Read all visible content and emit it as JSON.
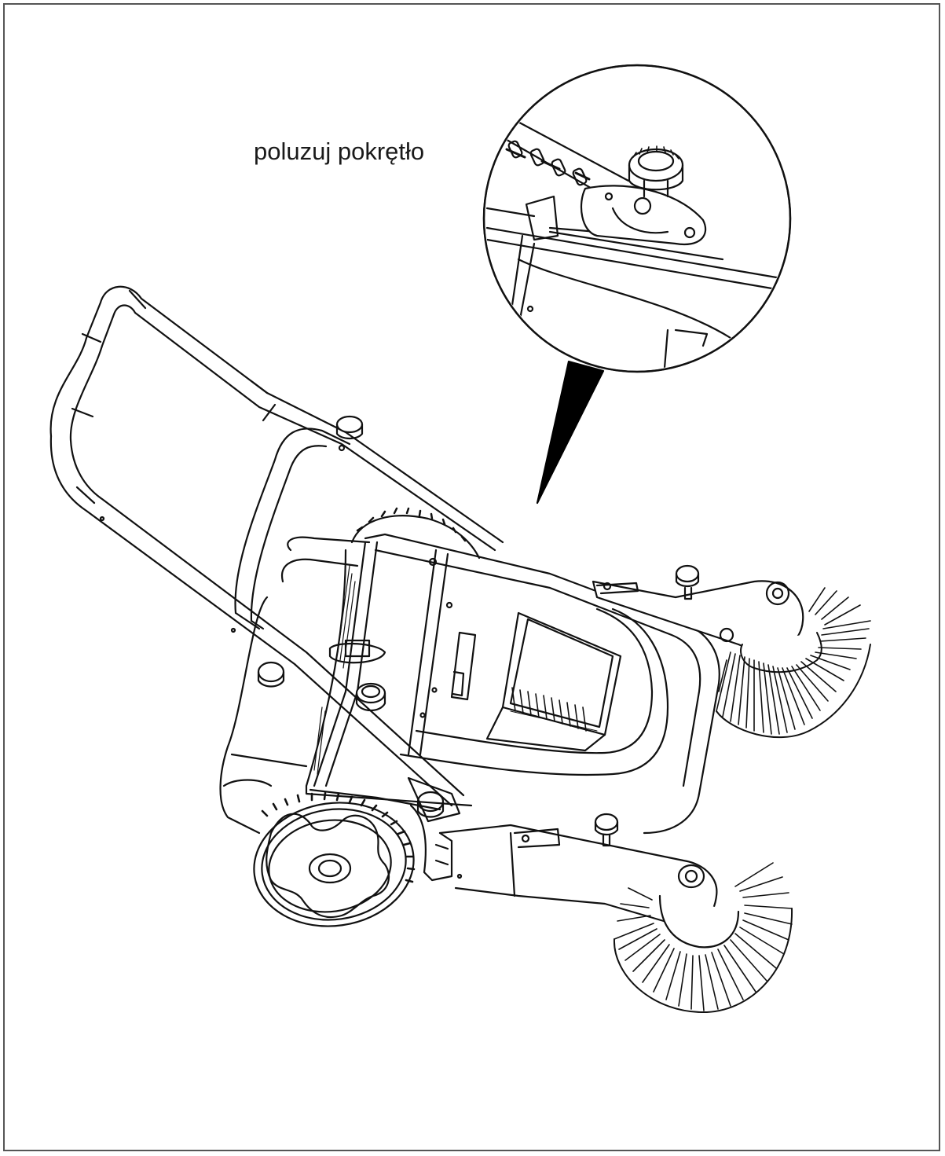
{
  "callout": {
    "label": "poluzuj pokrętło"
  },
  "colors": {
    "line": "#111111",
    "background": "#ffffff",
    "frame": "#555555"
  },
  "figure": {
    "subject": "sweeper-line-drawing",
    "detail_view": "knob-magnified"
  }
}
